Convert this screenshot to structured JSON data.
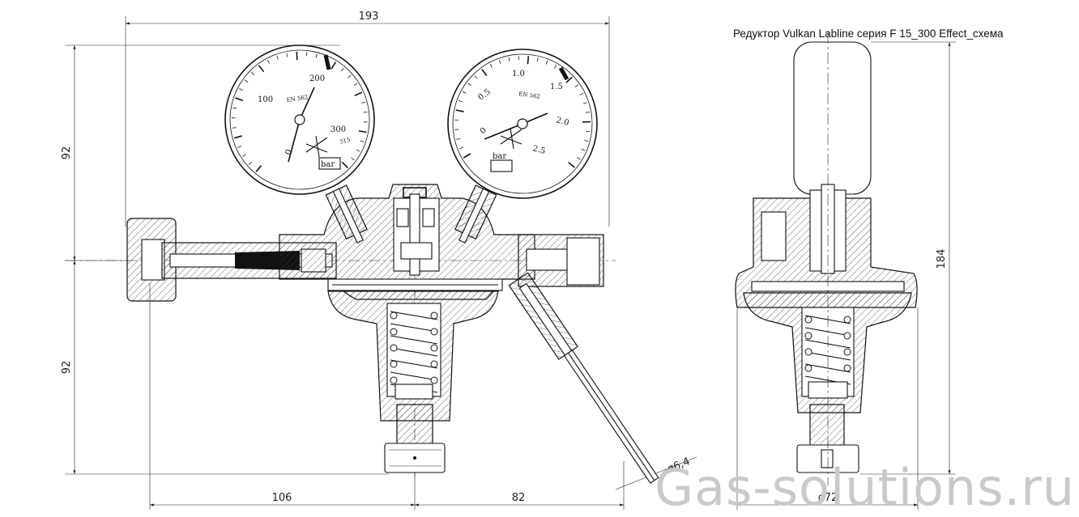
{
  "title": "Редуктор Vulkan Labline серия F 15_300 Effect_схема",
  "watermark": "Gas-solutions.ru",
  "dimensions": {
    "top_width": "193",
    "left_upper_height": "92",
    "left_lower_height": "92",
    "bottom_left": "106",
    "bottom_right": "82",
    "outlet_diameter": "ø6,4",
    "side_height": "184",
    "side_diameter": "ø72"
  },
  "gauge_high": {
    "scale": [
      "0",
      "100",
      "200",
      "300"
    ],
    "max_mark": "315",
    "standard": "EN 562",
    "unit": "bar"
  },
  "gauge_low": {
    "scale": [
      "0",
      "0.5",
      "1.0",
      "1.5",
      "2.0",
      "2.5"
    ],
    "standard": "EN 562",
    "unit": "bar"
  }
}
